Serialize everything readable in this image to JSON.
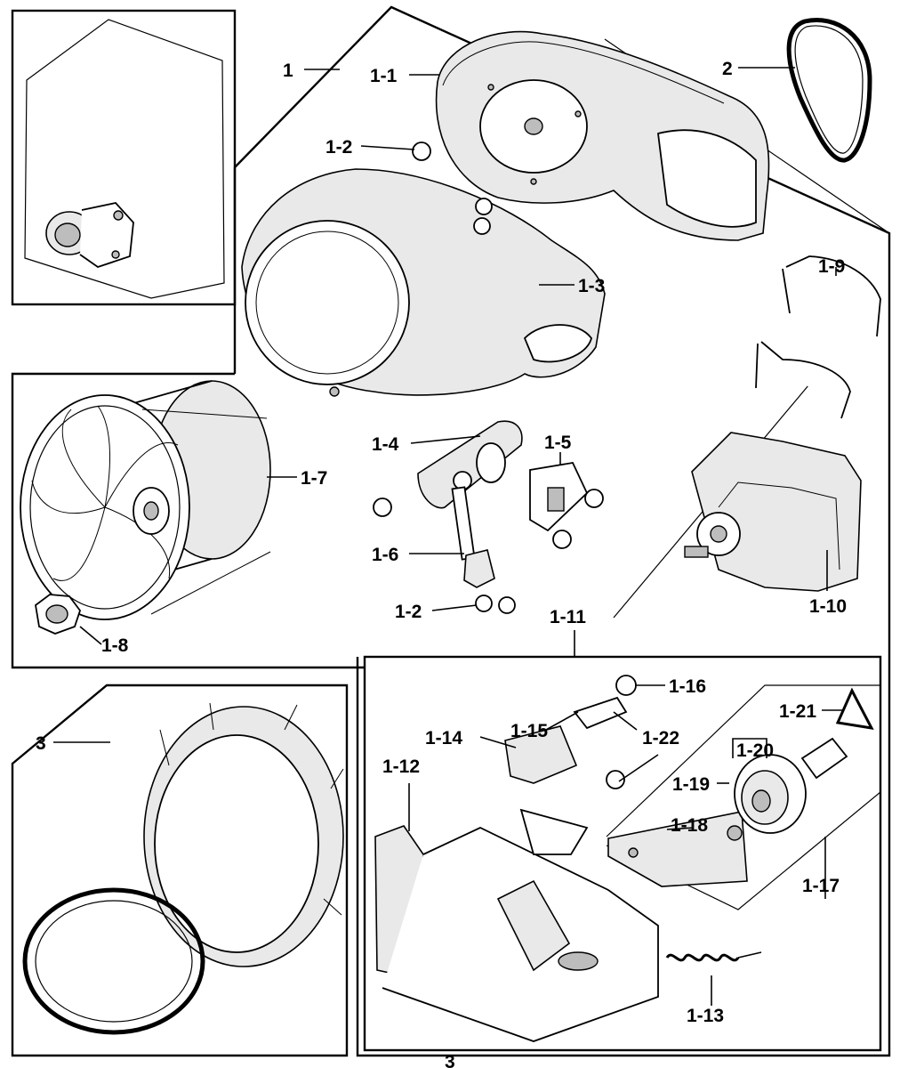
{
  "callouts": {
    "c1": "1",
    "c1_1": "1-1",
    "c2": "2",
    "c1_2a": "1-2",
    "c1_3": "1-3",
    "c1_9": "1-9",
    "c1_4": "1-4",
    "c1_5": "1-5",
    "c1_7": "1-7",
    "c1_6": "1-6",
    "c1_2b": "1-2",
    "c1_10": "1-10",
    "c1_8": "1-8",
    "c1_11": "1-11",
    "c1_16": "1-16",
    "c3": "3",
    "c1_15": "1-15",
    "c1_21": "1-21",
    "c1_14": "1-14",
    "c1_22": "1-22",
    "c1_20": "1-20",
    "c1_12": "1-12",
    "c1_19": "1-19",
    "c1_18": "1-18",
    "c1_17": "1-17",
    "c1_13": "1-13"
  },
  "footer_mark": "3"
}
